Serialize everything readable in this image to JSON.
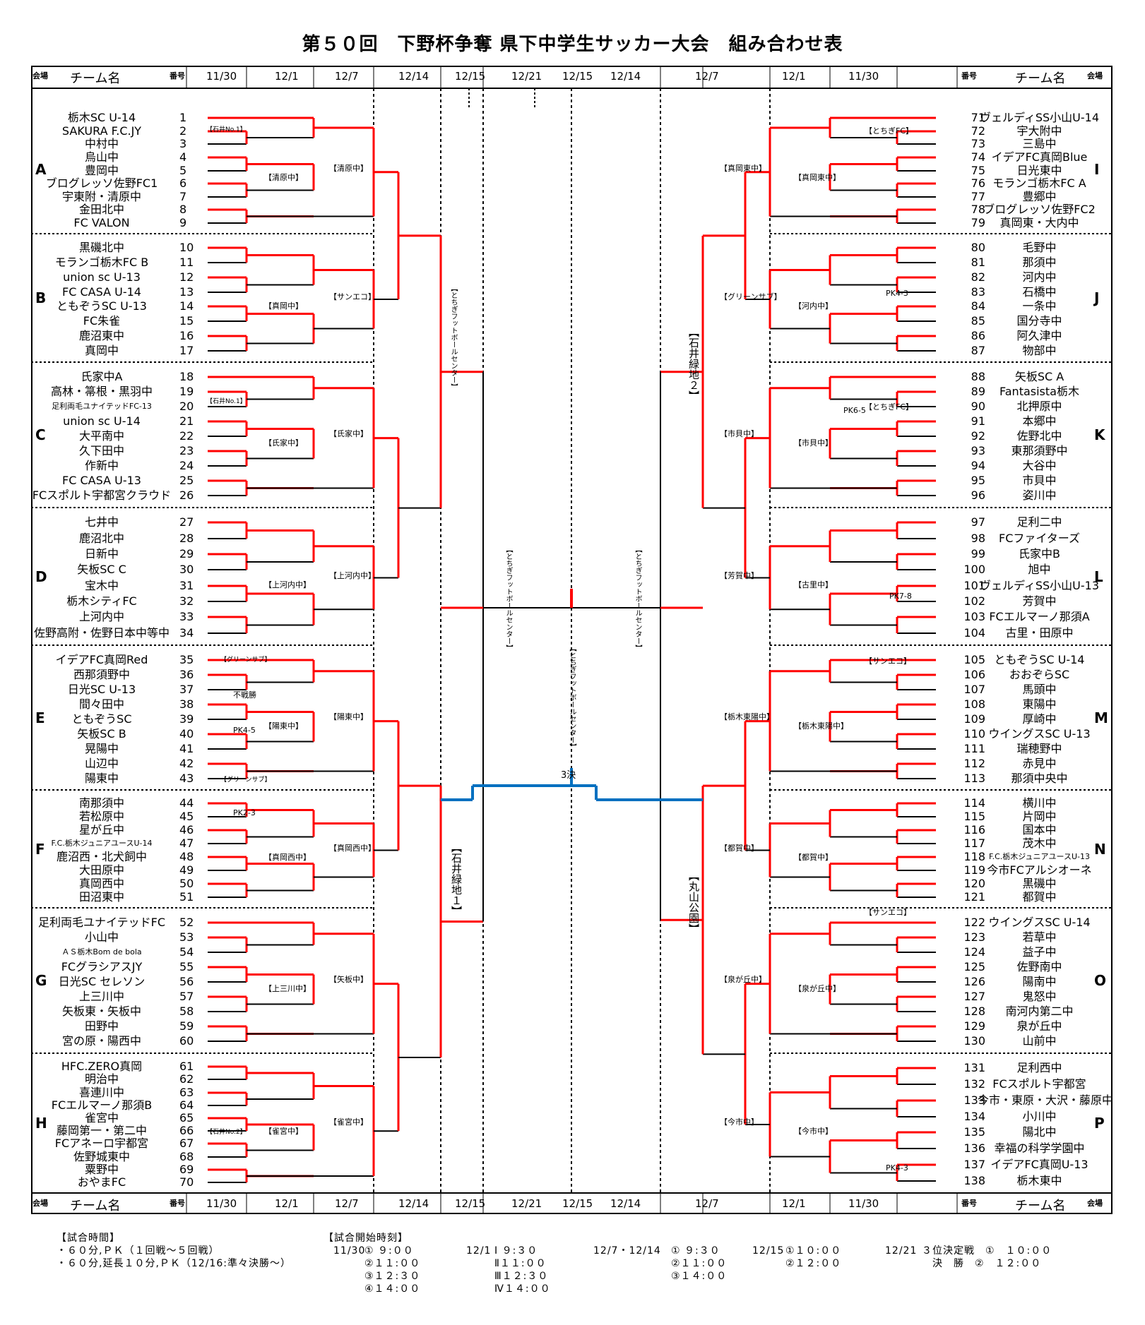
{
  "title": "第５０回　下野杯争奪 県下中学生サッカー大会　組み合わせ表",
  "header": {
    "venue": "会場",
    "team": "チーム名",
    "no": "番号",
    "d1": "11/30",
    "d2": "12/1",
    "d3": "12/7",
    "d4": "12/14",
    "d5": "12/15",
    "d6": "12/21"
  },
  "left_teams": [
    "栃木SC U-14",
    "SAKURA F.C.JY",
    "中村中",
    "烏山中",
    "豊岡中",
    "ブログレッソ佐野FC1",
    "宇東附・清原中",
    "金田北中",
    "FC VALON",
    "黒磯北中",
    "モランゴ栃木FC B",
    "union sc U-13",
    "FC CASA U-14",
    "ともぞうSC U-13",
    "FC朱雀",
    "鹿沼東中",
    "真岡中",
    "氏家中A",
    "高林・箒根・黒羽中",
    "足利両毛ユナイテッドFC-13",
    "union sc U-14",
    "大平南中",
    "久下田中",
    "作新中",
    "FC CASA U-13",
    "FCスポルト宇都宮クラウド",
    "七井中",
    "鹿沼北中",
    "日新中",
    "矢板SC C",
    "宝木中",
    "栃木シティFC",
    "上河内中",
    "佐野高附・佐野日本中等中",
    "イデアFC真岡Red",
    "西那須野中",
    "日光SC U-13",
    "間々田中",
    "ともぞうSC",
    "矢板SC B",
    "晃陽中",
    "山辺中",
    "陽東中",
    "南那須中",
    "若松原中",
    "星が丘中",
    "F.C.栃木ジュニアユースU-14",
    "鹿沼西・北犬飼中",
    "大田原中",
    "真岡西中",
    "田沼東中",
    "足利両毛ユナイテッドFC",
    "小山中",
    "ＡＳ栃木Bom de bola",
    "FCグラシアスJY",
    "日光SC セレソン",
    "上三川中",
    "矢板東・矢板中",
    "田野中",
    "宮の原・陽西中",
    "HFC.ZERO真岡",
    "明治中",
    "喜連川中",
    "FCエルマーノ那須B",
    "雀宮中",
    "藤岡第一・第二中",
    "FCアネーロ宇都宮",
    "佐野城東中",
    "粟野中",
    "おやまFC"
  ],
  "right_teams": [
    "ヴェルディSS小山U-14",
    "宇大附中",
    "三島中",
    "イデアFC真岡Blue",
    "日光東中",
    "モランゴ栃木FC A",
    "豊郷中",
    "ブログレッソ佐野FC2",
    "真岡東・大内中",
    "毛野中",
    "那須中",
    "河内中",
    "石橋中",
    "一条中",
    "国分寺中",
    "阿久津中",
    "物部中",
    "矢板SC A",
    "Fantasista栃木",
    "北押原中",
    "本郷中",
    "佐野北中",
    "東那須野中",
    "大谷中",
    "市貝中",
    "姿川中",
    "足利二中",
    "FCファイターズ",
    "氏家中B",
    "旭中",
    "ヴェルディSS小山U-13",
    "芳賀中",
    "FCエルマーノ那須A",
    "古里・田原中",
    "ともぞうSC U-14",
    "おおぞらSC",
    "馬頭中",
    "東陽中",
    "厚崎中",
    "ウイングスSC U-13",
    "瑞穂野中",
    "赤見中",
    "那須中央中",
    "横川中",
    "片岡中",
    "国本中",
    "茂木中",
    "F.C.栃木ジュニアユースU-13",
    "今市FCアルシオーネ",
    "黒磯中",
    "都賀中",
    "ウイングスSC U-14",
    "若草中",
    "益子中",
    "佐野南中",
    "陽南中",
    "鬼怒中",
    "南河内第二中",
    "泉が丘中",
    "山前中",
    "足利西中",
    "FCスポルト宇都宮",
    "今市・東原・大沢・藤原中",
    "小川中",
    "陽北中",
    "幸福の科学学園中",
    "イデアFC真岡U-13",
    "栃木東中"
  ],
  "left_blocks": [
    "A",
    "B",
    "C",
    "D",
    "E",
    "F",
    "G",
    "H"
  ],
  "right_blocks": [
    "I",
    "J",
    "K",
    "L",
    "M",
    "N",
    "O",
    "P"
  ],
  "left_venues": {
    "r2": [
      "【清原中】",
      "【真岡中】",
      "【氏家中】",
      "【上河内中】",
      "【陽東中】",
      "【真岡西中】",
      "【上三川中】",
      "【雀宮中】"
    ],
    "r3": [
      "【清原中】",
      "【サンエコ】",
      "【氏家中】",
      "【上河内中】",
      "【陽東中】",
      "【真岡西中】",
      "【矢板中】",
      "【雀宮中】"
    ],
    "r1": [
      "【石井No.1】",
      "【石井No.1】",
      "【グリーンサブ】",
      "【グリーンサブ】",
      "【石井No.2】"
    ]
  },
  "right_venues": {
    "r2": [
      "【真岡東中】",
      "【河内中】",
      "【市貝中】",
      "【古里中】",
      "【栃木東陽中】",
      "【都賀中】",
      "【泉が丘中】",
      "【今市中】"
    ],
    "r3": [
      "【真岡東中】",
      "【グリーンサブ】",
      "【市貝中】",
      "【芳賀中】",
      "【栃木東陽中】",
      "【都賀中】",
      "【泉が丘中】",
      "【今市中】"
    ],
    "r1": [
      "【とちぎFC】",
      "【とちぎFC】",
      "【サンエコ】",
      "【サンエコ】"
    ]
  },
  "misc": {
    "left_r4_top": "【とちぎフットボールセンター】",
    "left_r4_bot": "【石井緑地１】",
    "right_r4_top": "【石井緑地２】",
    "right_r4_bot": "【丸山公園】",
    "left_semi": "【とちぎフットボールセンター】",
    "right_semi": "【とちぎフットボールセンター】",
    "final": "【とちぎフットボールセンター】",
    "third": "3決",
    "forfeit": "不戦勝",
    "pk": [
      "PK4-5",
      "PK2-3",
      "PK4-3",
      "PK6-5",
      "PK7-8",
      "PK4-3"
    ]
  },
  "footer": {
    "time_title": "【試合時間】",
    "time_1": "・６０分,ＰＫ（１回戦～５回戦）",
    "time_2": "・６０分,延長１０分,ＰＫ（12/16:準々決勝～）",
    "start_title": "【試合開始時刻】",
    "s1_date": "11/30",
    "s1": [
      "① ９:００",
      "②１１:００",
      "③１２:３０",
      "④１４:００"
    ],
    "s2_date": "12/1",
    "s2": [
      "Ⅰ ９:３０",
      "Ⅱ１１:００",
      "Ⅲ１２:３０",
      "Ⅳ１４:００"
    ],
    "s3_date": "12/7・12/14",
    "s3": [
      "① ９:３０",
      "②１１:００",
      "③１４:００"
    ],
    "s4_date": "12/15",
    "s4": [
      "①１０:００",
      "②１２:００"
    ],
    "s5_date": "12/21",
    "s5": [
      "３位決定戦　①　１０:００",
      "決　勝　②　１２:００"
    ]
  },
  "colors": {
    "win": "#ff0000",
    "lose": "#000000",
    "third": "#0070c0"
  }
}
